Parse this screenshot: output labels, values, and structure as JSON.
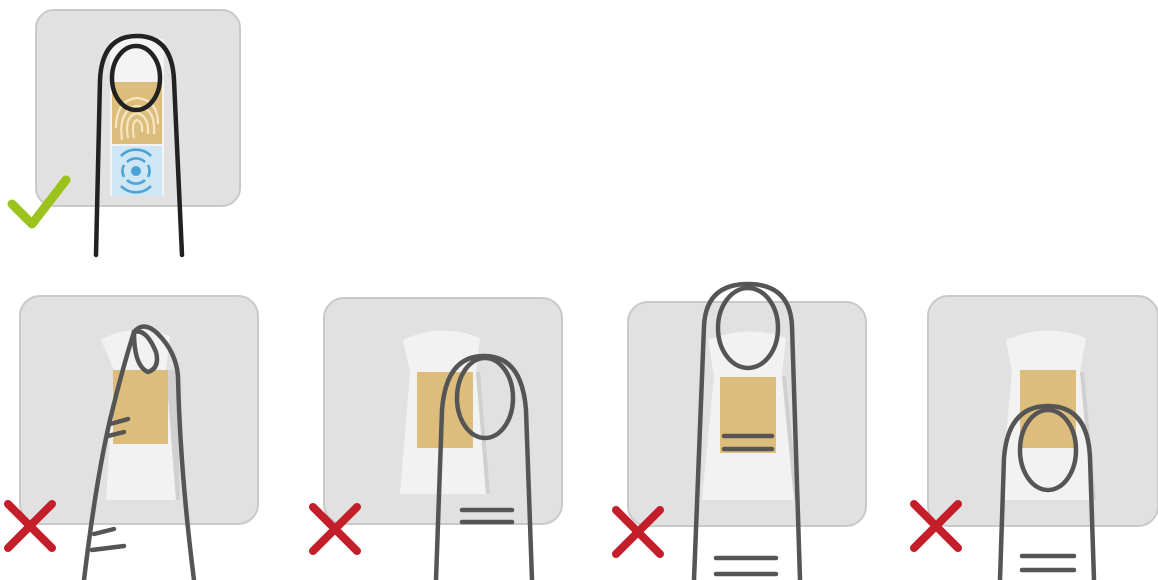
{
  "colors": {
    "background": "#ffffff",
    "sensor_pad": "#e1e1e1",
    "sensor_pad_border": "#c9c9c9",
    "sensor_well_light": "#f4f4f4",
    "sensor_well_shadow": "#cfcfcf",
    "sensor_gold": "#dcbd7c",
    "finger_outline": "#555555",
    "finger_outline_correct": "#222222",
    "fingerprint_lines": "#f6e6c2",
    "ring_blue": "#4ba3d6",
    "ring_bg": "#cfe6f4",
    "check_green": "#9bc21d",
    "cross_red": "#c41e2a"
  },
  "examples": [
    {
      "id": "correct",
      "verdict": "correct",
      "icon": "check-icon",
      "placement": "fingertip-centered-covering-sensor"
    },
    {
      "id": "tilted",
      "verdict": "incorrect",
      "icon": "cross-icon",
      "placement": "finger-tilted-sideways"
    },
    {
      "id": "offset",
      "verdict": "incorrect",
      "icon": "cross-icon",
      "placement": "finger-offset-right"
    },
    {
      "id": "too-high",
      "verdict": "incorrect",
      "icon": "cross-icon",
      "placement": "fingertip-above-sensor"
    },
    {
      "id": "too-low",
      "verdict": "incorrect",
      "icon": "cross-icon",
      "placement": "fingertip-below-sensor"
    }
  ]
}
